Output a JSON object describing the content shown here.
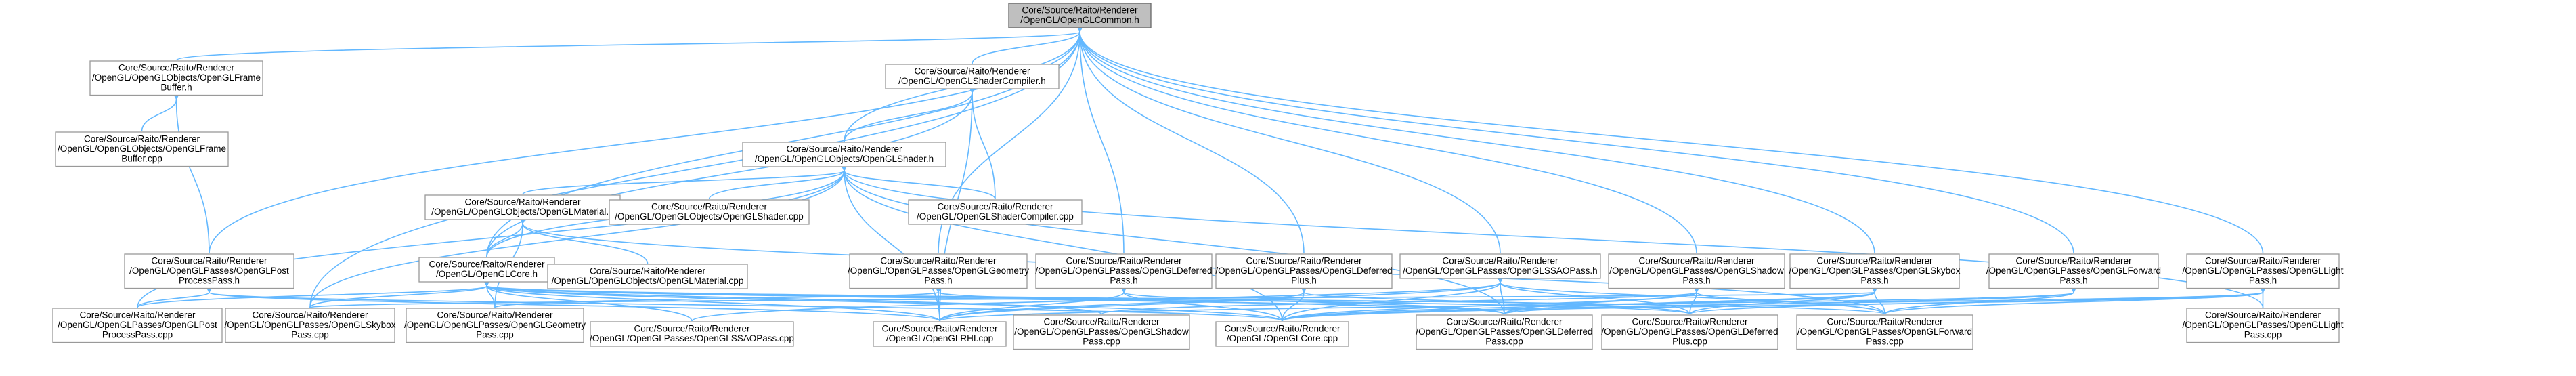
{
  "nodes": [
    {
      "id": "root",
      "lines": [
        "Core/Source/Raito/Renderer",
        "/OpenGL/OpenGLCommon.h"
      ],
      "highlight": true
    },
    {
      "id": "framebuffer_h",
      "lines": [
        "Core/Source/Raito/Renderer",
        "/OpenGL/OpenGLObjects/OpenGLFrame",
        "Buffer.h"
      ]
    },
    {
      "id": "shadercompiler_h",
      "lines": [
        "Core/Source/Raito/Renderer",
        "/OpenGL/OpenGLShaderCompiler.h"
      ]
    },
    {
      "id": "framebuffer_cpp",
      "lines": [
        "Core/Source/Raito/Renderer",
        "/OpenGL/OpenGLObjects/OpenGLFrame",
        "Buffer.cpp"
      ]
    },
    {
      "id": "shader_h",
      "lines": [
        "Core/Source/Raito/Renderer",
        "/OpenGL/OpenGLObjects/OpenGLShader.h"
      ]
    },
    {
      "id": "material_h",
      "lines": [
        "Core/Source/Raito/Renderer",
        "/OpenGL/OpenGLObjects/OpenGLMaterial.h"
      ]
    },
    {
      "id": "shader_cpp",
      "lines": [
        "Core/Source/Raito/Renderer",
        "/OpenGL/OpenGLObjects/OpenGLShader.cpp"
      ]
    },
    {
      "id": "shadercompiler_cpp",
      "lines": [
        "Core/Source/Raito/Renderer",
        "/OpenGL/OpenGLShaderCompiler.cpp"
      ]
    },
    {
      "id": "postprocess_h",
      "lines": [
        "Core/Source/Raito/Renderer",
        "/OpenGL/OpenGLPasses/OpenGLPost",
        "ProcessPass.h"
      ]
    },
    {
      "id": "core_h",
      "lines": [
        "Core/Source/Raito/Renderer",
        "/OpenGL/OpenGLCore.h"
      ]
    },
    {
      "id": "material_cpp",
      "lines": [
        "Core/Source/Raito/Renderer",
        "/OpenGL/OpenGLObjects/OpenGLMaterial.cpp"
      ]
    },
    {
      "id": "geometry_h",
      "lines": [
        "Core/Source/Raito/Renderer",
        "/OpenGL/OpenGLPasses/OpenGLGeometry",
        "Pass.h"
      ]
    },
    {
      "id": "deferred_h",
      "lines": [
        "Core/Source/Raito/Renderer",
        "/OpenGL/OpenGLPasses/OpenGLDeferred",
        "Pass.h"
      ]
    },
    {
      "id": "deferredplus_h",
      "lines": [
        "Core/Source/Raito/Renderer",
        "/OpenGL/OpenGLPasses/OpenGLDeferred",
        "Plus.h"
      ]
    },
    {
      "id": "ssao_h",
      "lines": [
        "Core/Source/Raito/Renderer",
        "/OpenGL/OpenGLPasses/OpenGLSSAOPass.h"
      ]
    },
    {
      "id": "shadow_h",
      "lines": [
        "Core/Source/Raito/Renderer",
        "/OpenGL/OpenGLPasses/OpenGLShadow",
        "Pass.h"
      ]
    },
    {
      "id": "skybox_h",
      "lines": [
        "Core/Source/Raito/Renderer",
        "/OpenGL/OpenGLPasses/OpenGLSkybox",
        "Pass.h"
      ]
    },
    {
      "id": "forward_h",
      "lines": [
        "Core/Source/Raito/Renderer",
        "/OpenGL/OpenGLPasses/OpenGLForward",
        "Pass.h"
      ]
    },
    {
      "id": "light_h",
      "lines": [
        "Core/Source/Raito/Renderer",
        "/OpenGL/OpenGLPasses/OpenGLLight",
        "Pass.h"
      ]
    },
    {
      "id": "postprocess_cpp",
      "lines": [
        "Core/Source/Raito/Renderer",
        "/OpenGL/OpenGLPasses/OpenGLPost",
        "ProcessPass.cpp"
      ]
    },
    {
      "id": "skybox_cpp",
      "lines": [
        "Core/Source/Raito/Renderer",
        "/OpenGL/OpenGLPasses/OpenGLSkybox",
        "Pass.cpp"
      ]
    },
    {
      "id": "geometry_cpp",
      "lines": [
        "Core/Source/Raito/Renderer",
        "/OpenGL/OpenGLPasses/OpenGLGeometry",
        "Pass.cpp"
      ]
    },
    {
      "id": "ssao_cpp",
      "lines": [
        "Core/Source/Raito/Renderer",
        "/OpenGL/OpenGLPasses/OpenGLSSAOPass.cpp"
      ]
    },
    {
      "id": "rhi_cpp",
      "lines": [
        "Core/Source/Raito/Renderer",
        "/OpenGL/OpenGLRHI.cpp"
      ]
    },
    {
      "id": "shadow_cpp",
      "lines": [
        "Core/Source/Raito/Renderer",
        "/OpenGL/OpenGLPasses/OpenGLShadow",
        "Pass.cpp"
      ]
    },
    {
      "id": "core_cpp",
      "lines": [
        "Core/Source/Raito/Renderer",
        "/OpenGL/OpenGLCore.cpp"
      ]
    },
    {
      "id": "deferred_cpp",
      "lines": [
        "Core/Source/Raito/Renderer",
        "/OpenGL/OpenGLPasses/OpenGLDeferred",
        "Pass.cpp"
      ]
    },
    {
      "id": "deferredplus_cpp",
      "lines": [
        "Core/Source/Raito/Renderer",
        "/OpenGL/OpenGLPasses/OpenGLDeferred",
        "Plus.cpp"
      ]
    },
    {
      "id": "forward_cpp",
      "lines": [
        "Core/Source/Raito/Renderer",
        "/OpenGL/OpenGLPasses/OpenGLForward",
        "Pass.cpp"
      ]
    },
    {
      "id": "light_cpp",
      "lines": [
        "Core/Source/Raito/Renderer",
        "/OpenGL/OpenGLPasses/OpenGLLight",
        "Pass.cpp"
      ]
    }
  ],
  "edges": [
    [
      "root",
      "framebuffer_h"
    ],
    [
      "root",
      "shadercompiler_h"
    ],
    [
      "root",
      "shader_h"
    ],
    [
      "root",
      "postprocess_h"
    ],
    [
      "root",
      "core_h"
    ],
    [
      "root",
      "geometry_h"
    ],
    [
      "root",
      "deferred_h"
    ],
    [
      "root",
      "deferredplus_h"
    ],
    [
      "root",
      "ssao_h"
    ],
    [
      "root",
      "shadow_h"
    ],
    [
      "root",
      "skybox_h"
    ],
    [
      "root",
      "forward_h"
    ],
    [
      "root",
      "light_h"
    ],
    [
      "root",
      "skybox_cpp"
    ],
    [
      "framebuffer_h",
      "framebuffer_cpp"
    ],
    [
      "framebuffer_h",
      "postprocess_h"
    ],
    [
      "shadercompiler_h",
      "shader_h"
    ],
    [
      "shadercompiler_h",
      "shadercompiler_cpp"
    ],
    [
      "shadercompiler_h",
      "core_h"
    ],
    [
      "shadercompiler_h",
      "rhi_cpp"
    ],
    [
      "shader_h",
      "material_h"
    ],
    [
      "shader_h",
      "shader_cpp"
    ],
    [
      "shader_h",
      "shadercompiler_cpp"
    ],
    [
      "shader_h",
      "core_h"
    ],
    [
      "shader_h",
      "postprocess_cpp"
    ],
    [
      "shader_h",
      "skybox_cpp"
    ],
    [
      "shader_h",
      "core_cpp"
    ],
    [
      "shader_h",
      "rhi_cpp"
    ],
    [
      "shader_h",
      "light_cpp"
    ],
    [
      "shader_h",
      "deferred_cpp"
    ],
    [
      "material_h",
      "material_cpp"
    ],
    [
      "material_h",
      "core_h"
    ],
    [
      "material_h",
      "geometry_cpp"
    ],
    [
      "material_h",
      "forward_cpp"
    ],
    [
      "postprocess_h",
      "postprocess_cpp"
    ],
    [
      "postprocess_h",
      "rhi_cpp"
    ],
    [
      "postprocess_h",
      "core_cpp"
    ],
    [
      "core_h",
      "postprocess_cpp"
    ],
    [
      "core_h",
      "skybox_cpp"
    ],
    [
      "core_h",
      "geometry_cpp"
    ],
    [
      "core_h",
      "ssao_cpp"
    ],
    [
      "core_h",
      "rhi_cpp"
    ],
    [
      "core_h",
      "shadow_cpp"
    ],
    [
      "core_h",
      "core_cpp"
    ],
    [
      "core_h",
      "deferred_cpp"
    ],
    [
      "core_h",
      "deferredplus_cpp"
    ],
    [
      "core_h",
      "forward_cpp"
    ],
    [
      "geometry_h",
      "rhi_cpp"
    ],
    [
      "geometry_h",
      "geometry_cpp"
    ],
    [
      "geometry_h",
      "deferred_cpp"
    ],
    [
      "deferred_h",
      "rhi_cpp"
    ],
    [
      "deferred_h",
      "deferred_cpp"
    ],
    [
      "deferred_h",
      "core_cpp"
    ],
    [
      "deferredplus_h",
      "core_cpp"
    ],
    [
      "deferredplus_h",
      "deferredplus_cpp"
    ],
    [
      "deferredplus_h",
      "rhi_cpp"
    ],
    [
      "ssao_h",
      "ssao_cpp"
    ],
    [
      "ssao_h",
      "rhi_cpp"
    ],
    [
      "ssao_h",
      "core_cpp"
    ],
    [
      "ssao_h",
      "deferred_cpp"
    ],
    [
      "ssao_h",
      "deferredplus_cpp"
    ],
    [
      "ssao_h",
      "forward_cpp"
    ],
    [
      "shadow_h",
      "shadow_cpp"
    ],
    [
      "shadow_h",
      "core_cpp"
    ],
    [
      "shadow_h",
      "deferred_cpp"
    ],
    [
      "shadow_h",
      "deferredplus_cpp"
    ],
    [
      "shadow_h",
      "forward_cpp"
    ],
    [
      "skybox_h",
      "skybox_cpp"
    ],
    [
      "skybox_h",
      "core_cpp"
    ],
    [
      "skybox_h",
      "deferredplus_cpp"
    ],
    [
      "skybox_h",
      "forward_cpp"
    ],
    [
      "skybox_h",
      "deferred_cpp"
    ],
    [
      "forward_h",
      "forward_cpp"
    ],
    [
      "forward_h",
      "core_cpp"
    ],
    [
      "forward_h",
      "rhi_cpp"
    ],
    [
      "light_h",
      "light_cpp"
    ],
    [
      "light_h",
      "deferred_cpp"
    ],
    [
      "light_h",
      "deferredplus_cpp"
    ],
    [
      "light_h",
      "forward_cpp"
    ],
    [
      "light_h",
      "core_cpp"
    ]
  ],
  "colors": {
    "edge": "#63b8ff",
    "node_border": "#999999",
    "root_fill": "#bfbfbf"
  }
}
